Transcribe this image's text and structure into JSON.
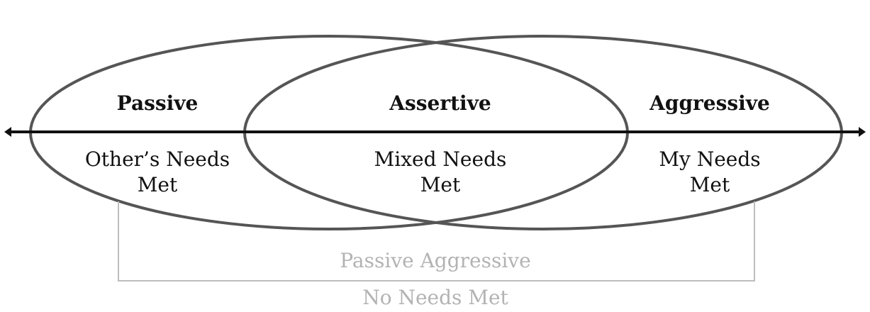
{
  "diagram": {
    "left": {
      "title": "Passive",
      "line1": "Other’s Needs",
      "line2": "Met"
    },
    "middle": {
      "title": "Assertive",
      "line1": "Mixed Needs",
      "line2": "Met"
    },
    "right": {
      "title": "Aggressive",
      "line1": "My Needs",
      "line2": "Met"
    },
    "bracket": {
      "label": "Passive Aggressive",
      "sublabel": "No Needs Met"
    }
  },
  "colors": {
    "ellipse": "#555555",
    "axis": "#111111",
    "bracket": "#bdbdbd",
    "muted_text": "#b3b3b3"
  }
}
